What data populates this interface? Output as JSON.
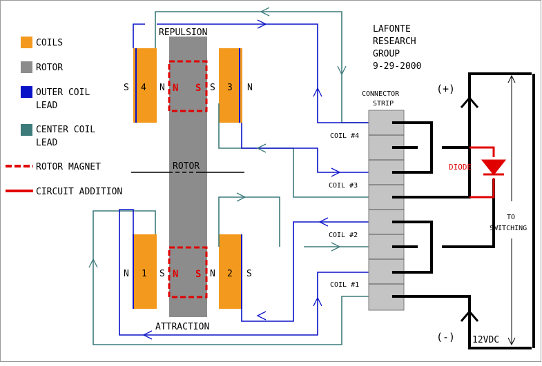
{
  "colors": {
    "coil": "#f39a1e",
    "rotor": "#8c8c8c",
    "outer_lead": "#0a12c8",
    "center_lead": "#3d7a7a",
    "rotor_magnet": "#e00000",
    "circuit_addition": "#e00000",
    "connector": "#c4c4c4",
    "wire": "#000000"
  },
  "header": {
    "line1": "LAFONTE",
    "line2": "RESEARCH",
    "line3": "GROUP",
    "line4": "9-29-2000"
  },
  "legend": {
    "coils": "COILS",
    "rotor": "ROTOR",
    "outer_lead_1": "OUTER COIL",
    "outer_lead_2": "LEAD",
    "center_lead_1": "CENTER COIL",
    "center_lead_2": "LEAD",
    "rotor_magnet": "ROTOR MAGNET",
    "circuit_addition": "CIRCUIT ADDITION"
  },
  "labels": {
    "repulsion": "REPULSION",
    "attraction": "ATTRACTION",
    "rotor": "ROTOR",
    "connector_1": "CONNECTOR",
    "connector_2": "STRIP",
    "coil1": "COIL #1",
    "coil2": "COIL #2",
    "coil3": "COIL #3",
    "coil4": "COIL #4",
    "diode": "DIODE",
    "plus": "(+)",
    "minus": "(-)",
    "to_1": "TO",
    "to_2": "SWITCHING",
    "vdc": "12VDC"
  },
  "coils": [
    {
      "num": "4",
      "left": "S",
      "right": "N"
    },
    {
      "num": "3",
      "left": "S",
      "right": "N"
    },
    {
      "num": "1",
      "left": "N",
      "right": "S"
    },
    {
      "num": "2",
      "left": "N",
      "right": "S"
    }
  ],
  "magnets": {
    "top_n": "N",
    "top_s": "S",
    "bottom_n": "N",
    "bottom_s": "S"
  }
}
